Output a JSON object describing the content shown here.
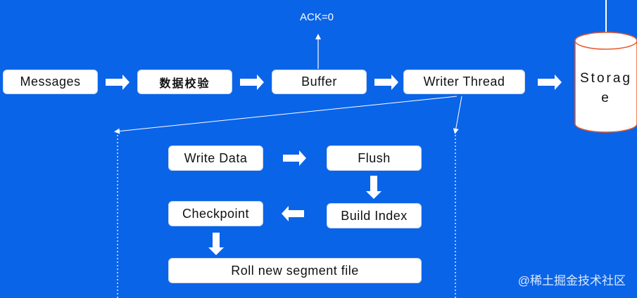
{
  "labels": {
    "ack": "ACK=0"
  },
  "top_row": {
    "messages": "Messages",
    "validate": "数据校验",
    "buffer": "Buffer",
    "writer_thread": "Writer Thread",
    "storage": "Storage"
  },
  "inner": {
    "write_data": "Write Data",
    "flush": "Flush",
    "build_index": "Build Index",
    "checkpoint": "Checkpoint",
    "roll_segment": "Roll new segment file"
  },
  "watermark": "@稀土掘金技术社区",
  "colors": {
    "background": "#0a64e8",
    "box": "#ffffff",
    "arrow": "#ffffff",
    "storage_border": "#e8572c"
  }
}
